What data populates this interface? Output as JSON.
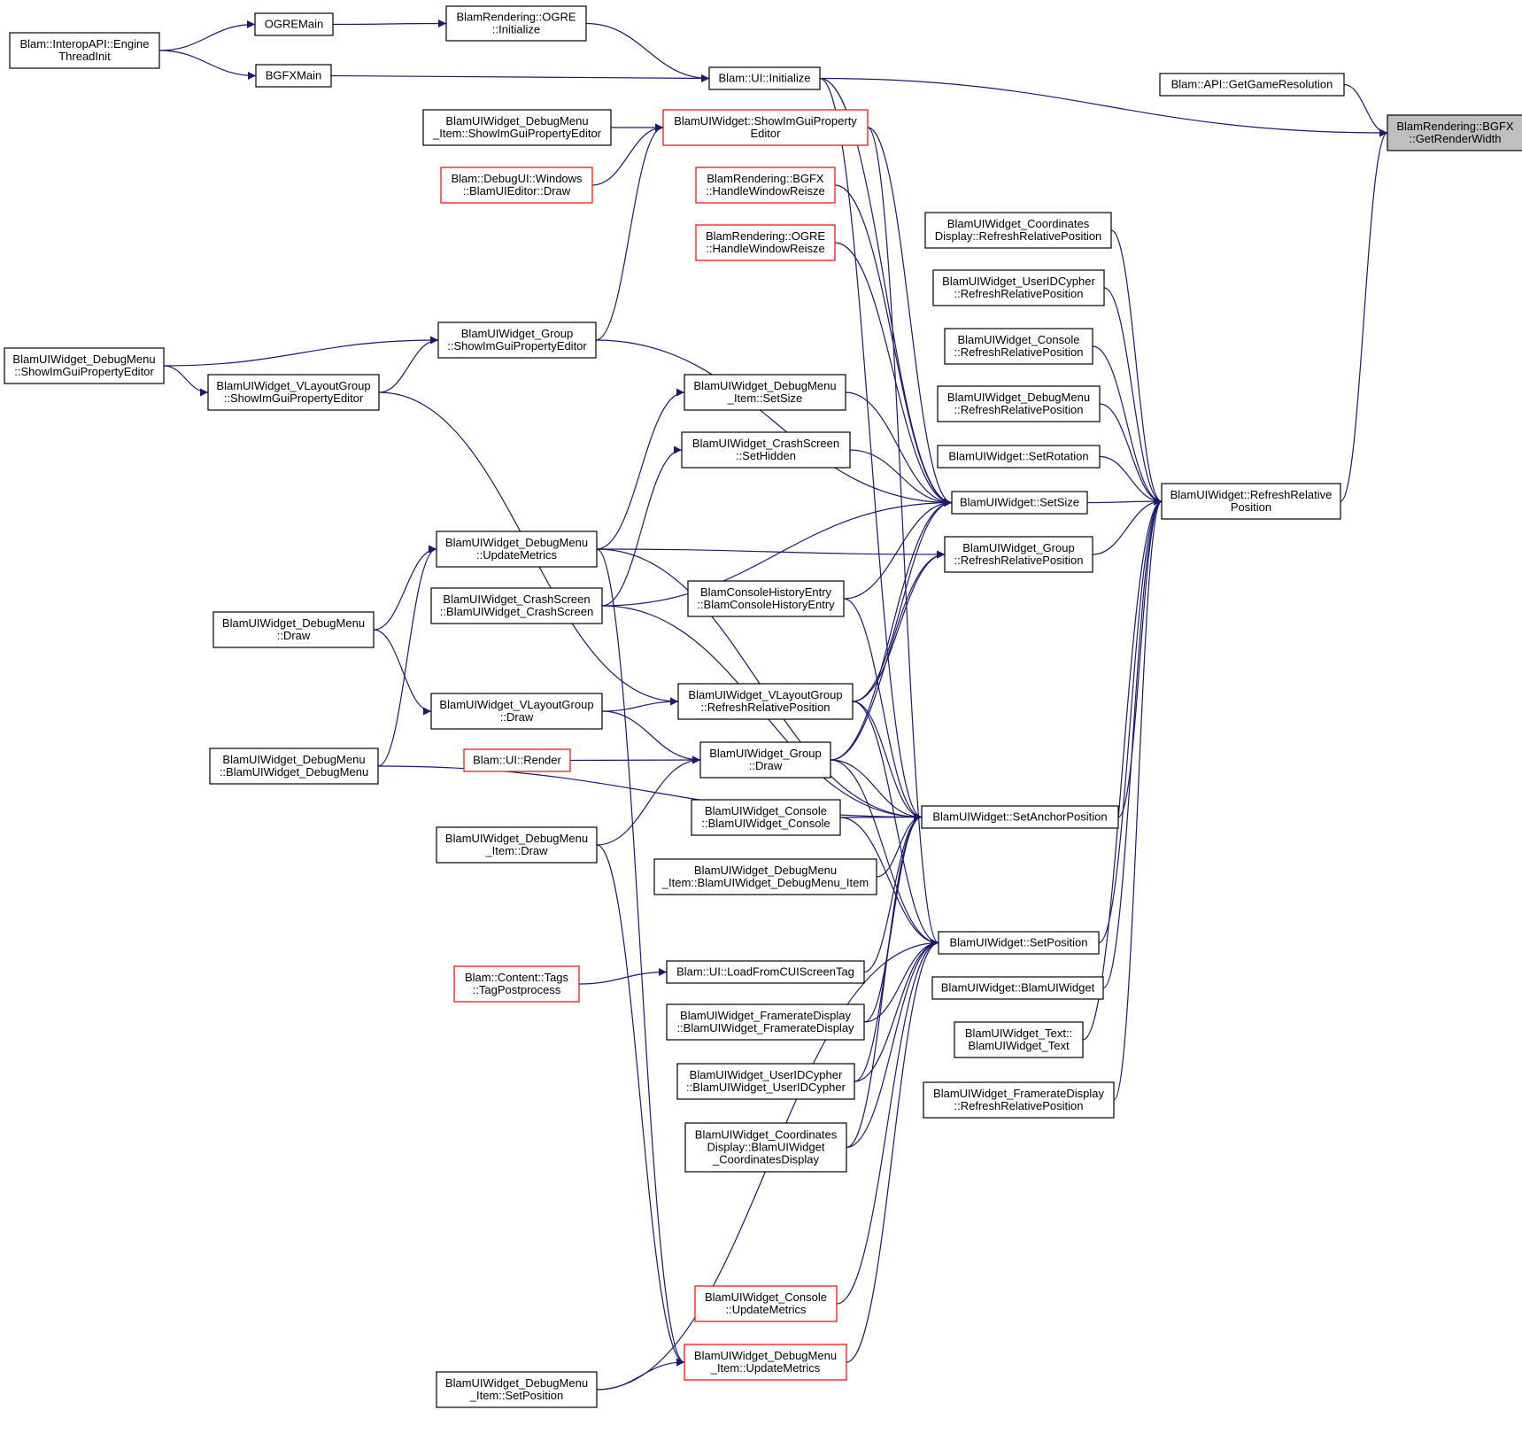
{
  "colors": {
    "edge": "#191970",
    "node_border": "#000000",
    "node_border_truncated": "#ff0000",
    "highlight_fill": "#bfbfbf",
    "background": "#ffffff"
  },
  "nodes": [
    {
      "id": "target",
      "lines": [
        "BlamRendering::BGFX",
        "::GetRenderWidth"
      ],
      "style": "highlight"
    },
    {
      "id": "getgameres",
      "lines": [
        "Blam::API::GetGameResolution"
      ],
      "style": "normal"
    },
    {
      "id": "ui_init",
      "lines": [
        "Blam::UI::Initialize"
      ],
      "style": "normal"
    },
    {
      "id": "ogre_init",
      "lines": [
        "BlamRendering::OGRE",
        "::Initialize"
      ],
      "style": "normal"
    },
    {
      "id": "ogremain",
      "lines": [
        "OGREMain"
      ],
      "style": "normal"
    },
    {
      "id": "bgfxmain",
      "lines": [
        "BGFXMain"
      ],
      "style": "normal"
    },
    {
      "id": "enginethread",
      "lines": [
        "Blam::InteropAPI::Engine",
        "ThreadInit"
      ],
      "style": "normal"
    },
    {
      "id": "refreshrel",
      "lines": [
        "BlamUIWidget::RefreshRelative",
        "Position"
      ],
      "style": "normal"
    },
    {
      "id": "coord_rrp",
      "lines": [
        "BlamUIWidget_Coordinates",
        "Display::RefreshRelativePosition"
      ],
      "style": "normal"
    },
    {
      "id": "useridc_rrp",
      "lines": [
        "BlamUIWidget_UserIDCypher",
        "::RefreshRelativePosition"
      ],
      "style": "normal"
    },
    {
      "id": "console_rrp",
      "lines": [
        "BlamUIWidget_Console",
        "::RefreshRelativePosition"
      ],
      "style": "normal"
    },
    {
      "id": "debugmenu_rrp",
      "lines": [
        "BlamUIWidget_DebugMenu",
        "::RefreshRelativePosition"
      ],
      "style": "normal"
    },
    {
      "id": "setrotation",
      "lines": [
        "BlamUIWidget::SetRotation"
      ],
      "style": "normal"
    },
    {
      "id": "setsize",
      "lines": [
        "BlamUIWidget::SetSize"
      ],
      "style": "normal"
    },
    {
      "id": "group_rrp",
      "lines": [
        "BlamUIWidget_Group",
        "::RefreshRelativePosition"
      ],
      "style": "normal"
    },
    {
      "id": "setanchor",
      "lines": [
        "BlamUIWidget::SetAnchorPosition"
      ],
      "style": "normal"
    },
    {
      "id": "setposition",
      "lines": [
        "BlamUIWidget::SetPosition"
      ],
      "style": "normal"
    },
    {
      "id": "ctor_widget",
      "lines": [
        "BlamUIWidget::BlamUIWidget"
      ],
      "style": "normal"
    },
    {
      "id": "ctor_text",
      "lines": [
        "BlamUIWidget_Text::",
        "BlamUIWidget_Text"
      ],
      "style": "normal"
    },
    {
      "id": "framerate_rrp",
      "lines": [
        "BlamUIWidget_FramerateDisplay",
        "::RefreshRelativePosition"
      ],
      "style": "normal"
    },
    {
      "id": "showimgui",
      "lines": [
        "BlamUIWidget::ShowImGuiProperty",
        "Editor"
      ],
      "style": "red"
    },
    {
      "id": "bgfx_resize",
      "lines": [
        "BlamRendering::BGFX",
        "::HandleWindowReisze"
      ],
      "style": "red"
    },
    {
      "id": "ogre_resize",
      "lines": [
        "BlamRendering::OGRE",
        "::HandleWindowReisze"
      ],
      "style": "red"
    },
    {
      "id": "dmi_setsize",
      "lines": [
        "BlamUIWidget_DebugMenu",
        "_Item::SetSize"
      ],
      "style": "normal"
    },
    {
      "id": "crash_sethidden",
      "lines": [
        "BlamUIWidget_CrashScreen",
        "::SetHidden"
      ],
      "style": "normal"
    },
    {
      "id": "histentry",
      "lines": [
        "BlamConsoleHistoryEntry",
        "::BlamConsoleHistoryEntry"
      ],
      "style": "normal"
    },
    {
      "id": "vlg_rrp",
      "lines": [
        "BlamUIWidget_VLayoutGroup",
        "::RefreshRelativePosition"
      ],
      "style": "normal"
    },
    {
      "id": "group_draw",
      "lines": [
        "BlamUIWidget_Group",
        "::Draw"
      ],
      "style": "normal"
    },
    {
      "id": "console_ctor",
      "lines": [
        "BlamUIWidget_Console",
        "::BlamUIWidget_Console"
      ],
      "style": "normal"
    },
    {
      "id": "dmi_ctor",
      "lines": [
        "BlamUIWidget_DebugMenu",
        "_Item::BlamUIWidget_DebugMenu_Item"
      ],
      "style": "normal"
    },
    {
      "id": "loadcui",
      "lines": [
        "Blam::UI::LoadFromCUIScreenTag"
      ],
      "style": "normal"
    },
    {
      "id": "framerate_ctor",
      "lines": [
        "BlamUIWidget_FramerateDisplay",
        "::BlamUIWidget_FramerateDisplay"
      ],
      "style": "normal"
    },
    {
      "id": "useridc_ctor",
      "lines": [
        "BlamUIWidget_UserIDCypher",
        "::BlamUIWidget_UserIDCypher"
      ],
      "style": "normal"
    },
    {
      "id": "coord_ctor",
      "lines": [
        "BlamUIWidget_Coordinates",
        "Display::BlamUIWidget",
        "_CoordinatesDisplay"
      ],
      "style": "normal"
    },
    {
      "id": "console_um",
      "lines": [
        "BlamUIWidget_Console",
        "::UpdateMetrics"
      ],
      "style": "red"
    },
    {
      "id": "dmi_um",
      "lines": [
        "BlamUIWidget_DebugMenu",
        "_Item::UpdateMetrics"
      ],
      "style": "red"
    },
    {
      "id": "dmi_sipe",
      "lines": [
        "BlamUIWidget_DebugMenu",
        "_Item::ShowImGuiPropertyEditor"
      ],
      "style": "normal"
    },
    {
      "id": "debugui_draw",
      "lines": [
        "Blam::DebugUI::Windows",
        "::BlamUIEditor::Draw"
      ],
      "style": "red"
    },
    {
      "id": "group_sipe",
      "lines": [
        "BlamUIWidget_Group",
        "::ShowImGuiPropertyEditor"
      ],
      "style": "normal"
    },
    {
      "id": "dm_um",
      "lines": [
        "BlamUIWidget_DebugMenu",
        "::UpdateMetrics"
      ],
      "style": "normal"
    },
    {
      "id": "crash_ctor",
      "lines": [
        "BlamUIWidget_CrashScreen",
        "::BlamUIWidget_CrashScreen"
      ],
      "style": "normal"
    },
    {
      "id": "vlg_draw",
      "lines": [
        "BlamUIWidget_VLayoutGroup",
        "::Draw"
      ],
      "style": "normal"
    },
    {
      "id": "ui_render",
      "lines": [
        "Blam::UI::Render"
      ],
      "style": "red"
    },
    {
      "id": "dmi_draw",
      "lines": [
        "BlamUIWidget_DebugMenu",
        "_Item::Draw"
      ],
      "style": "normal"
    },
    {
      "id": "tagpost",
      "lines": [
        "Blam::Content::Tags",
        "::TagPostprocess"
      ],
      "style": "red"
    },
    {
      "id": "dmi_setpos",
      "lines": [
        "BlamUIWidget_DebugMenu",
        "_Item::SetPosition"
      ],
      "style": "normal"
    },
    {
      "id": "dm_sipe",
      "lines": [
        "BlamUIWidget_DebugMenu",
        "::ShowImGuiPropertyEditor"
      ],
      "style": "normal"
    },
    {
      "id": "vlg_sipe",
      "lines": [
        "BlamUIWidget_VLayoutGroup",
        "::ShowImGuiPropertyEditor"
      ],
      "style": "normal"
    },
    {
      "id": "dm_draw",
      "lines": [
        "BlamUIWidget_DebugMenu",
        "::Draw"
      ],
      "style": "normal"
    },
    {
      "id": "dm_ctor",
      "lines": [
        "BlamUIWidget_DebugMenu",
        "::BlamUIWidget_DebugMenu"
      ],
      "style": "normal"
    }
  ],
  "edges": [
    [
      "getgameres",
      "target"
    ],
    [
      "ui_init",
      "target"
    ],
    [
      "refreshrel",
      "target"
    ],
    [
      "ogre_init",
      "ui_init"
    ],
    [
      "bgfxmain",
      "ui_init"
    ],
    [
      "ogremain",
      "ogre_init"
    ],
    [
      "enginethread",
      "ogremain"
    ],
    [
      "enginethread",
      "bgfxmain"
    ],
    [
      "coord_rrp",
      "refreshrel"
    ],
    [
      "useridc_rrp",
      "refreshrel"
    ],
    [
      "console_rrp",
      "refreshrel"
    ],
    [
      "debugmenu_rrp",
      "refreshrel"
    ],
    [
      "setrotation",
      "refreshrel"
    ],
    [
      "setsize",
      "refreshrel"
    ],
    [
      "group_rrp",
      "refreshrel"
    ],
    [
      "setanchor",
      "refreshrel"
    ],
    [
      "setposition",
      "refreshrel"
    ],
    [
      "ctor_widget",
      "refreshrel"
    ],
    [
      "ctor_text",
      "refreshrel"
    ],
    [
      "framerate_rrp",
      "refreshrel"
    ],
    [
      "dmi_sipe",
      "showimgui"
    ],
    [
      "debugui_draw",
      "showimgui"
    ],
    [
      "group_sipe",
      "showimgui"
    ],
    [
      "dm_sipe",
      "group_sipe"
    ],
    [
      "vlg_sipe",
      "group_sipe"
    ],
    [
      "dm_sipe",
      "vlg_sipe"
    ],
    [
      "ui_init",
      "setsize"
    ],
    [
      "showimgui",
      "setsize"
    ],
    [
      "bgfx_resize",
      "setsize"
    ],
    [
      "ogre_resize",
      "setsize"
    ],
    [
      "group_sipe",
      "setsize"
    ],
    [
      "dmi_setsize",
      "setsize"
    ],
    [
      "crash_sethidden",
      "setsize"
    ],
    [
      "crash_ctor",
      "setsize"
    ],
    [
      "histentry",
      "setsize"
    ],
    [
      "vlg_rrp",
      "setsize"
    ],
    [
      "group_draw",
      "setsize"
    ],
    [
      "dm_um",
      "dmi_setsize"
    ],
    [
      "crash_ctor",
      "crash_sethidden"
    ],
    [
      "dm_um",
      "group_rrp"
    ],
    [
      "vlg_rrp",
      "group_rrp"
    ],
    [
      "group_draw",
      "group_rrp"
    ],
    [
      "ui_init",
      "setanchor"
    ],
    [
      "histentry",
      "setanchor"
    ],
    [
      "crash_ctor",
      "setanchor"
    ],
    [
      "vlg_rrp",
      "setanchor"
    ],
    [
      "group_draw",
      "setanchor"
    ],
    [
      "console_ctor",
      "setanchor"
    ],
    [
      "dmi_ctor",
      "setanchor"
    ],
    [
      "loadcui",
      "setanchor"
    ],
    [
      "framerate_ctor",
      "setanchor"
    ],
    [
      "useridc_ctor",
      "setanchor"
    ],
    [
      "coord_ctor",
      "setanchor"
    ],
    [
      "dm_ctor",
      "setanchor"
    ],
    [
      "dm_um",
      "setanchor"
    ],
    [
      "showimgui",
      "setposition"
    ],
    [
      "vlg_rrp",
      "setposition"
    ],
    [
      "group_draw",
      "setposition"
    ],
    [
      "console_ctor",
      "setposition"
    ],
    [
      "framerate_ctor",
      "setposition"
    ],
    [
      "useridc_ctor",
      "setposition"
    ],
    [
      "coord_ctor",
      "setposition"
    ],
    [
      "console_um",
      "setposition"
    ],
    [
      "dmi_um",
      "setposition"
    ],
    [
      "dmi_setpos",
      "setposition"
    ],
    [
      "dm_draw",
      "dm_um"
    ],
    [
      "dm_ctor",
      "dm_um"
    ],
    [
      "dm_draw",
      "vlg_draw"
    ],
    [
      "vlg_draw",
      "vlg_rrp"
    ],
    [
      "vlg_sipe",
      "vlg_rrp"
    ],
    [
      "vlg_draw",
      "group_draw"
    ],
    [
      "ui_render",
      "group_draw"
    ],
    [
      "dmi_draw",
      "group_draw"
    ],
    [
      "tagpost",
      "loadcui"
    ],
    [
      "dmi_setpos",
      "dmi_um"
    ],
    [
      "dm_um",
      "dmi_um"
    ],
    [
      "dmi_draw",
      "dmi_um"
    ]
  ]
}
